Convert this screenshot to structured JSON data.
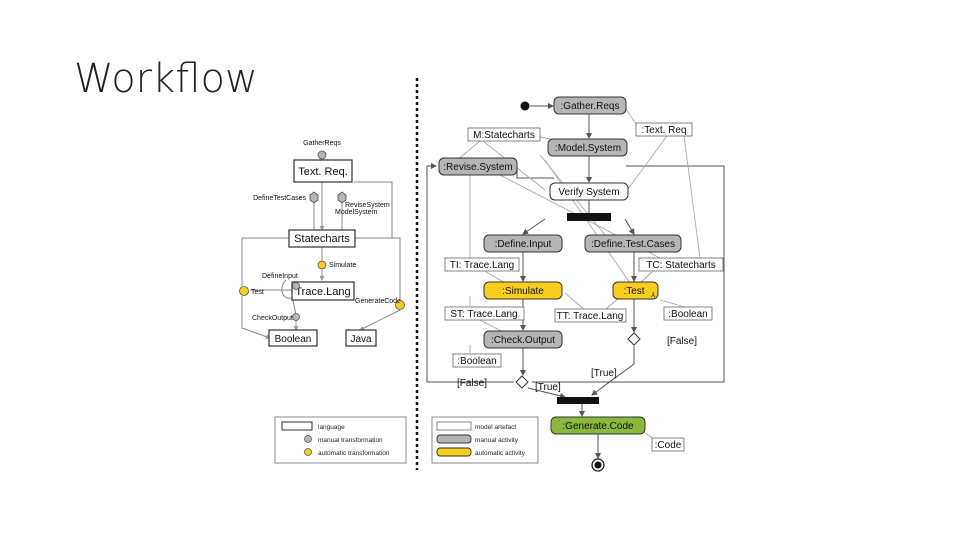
{
  "slide": {
    "title": "Workflow"
  },
  "left_diagram": {
    "languages": [
      "Text. Req.",
      "Statecharts",
      "Trace.Lang",
      "Boolean",
      "Java"
    ],
    "transformations": [
      "GatherReqs",
      "DefineTestCases",
      "ReviseSystem",
      "ModelSystem",
      "Simulate",
      "DefineInput",
      "Test",
      "GenerateCode",
      "CheckOutput"
    ]
  },
  "left_legend": {
    "items": [
      "language",
      "manual transformation",
      "automatic transformation"
    ]
  },
  "right_diagram": {
    "activities": {
      "gather_reqs": ":Gather.Reqs",
      "model_system": ":Model.System",
      "revise_system": ":Revise.System",
      "verify_system": "Verify System",
      "define_input": ":Define.Input",
      "define_test_cases": ":Define.Test.Cases",
      "simulate": ":Simulate",
      "test": ":Test",
      "check_output": ":Check.Output",
      "generate_code": ":Generate.Code"
    },
    "artefacts": {
      "text_req": ":Text. Req",
      "m_statecharts": "M:Statecharts",
      "tl_trace": "TI: Trace.Lang",
      "tc_statecharts": "TC: Statecharts",
      "st_trace": "ST: Trace.Lang",
      "tt_trace": "TT: Trace.Lang",
      "boolean_right": ":Boolean",
      "boolean_left": ":Boolean",
      "code": ":Code"
    },
    "guards": {
      "false_right": "[False]",
      "true_right": "[True]",
      "false_left": "[False]",
      "true_left": "[True]"
    }
  },
  "right_legend": {
    "items": [
      "model artefact",
      "manual activity",
      "automatic activity"
    ]
  },
  "colors": {
    "manual": "#b5b5b5",
    "automatic": "#f7cd1e",
    "generate": "#8ab83c",
    "line": "#7a7a7a"
  }
}
